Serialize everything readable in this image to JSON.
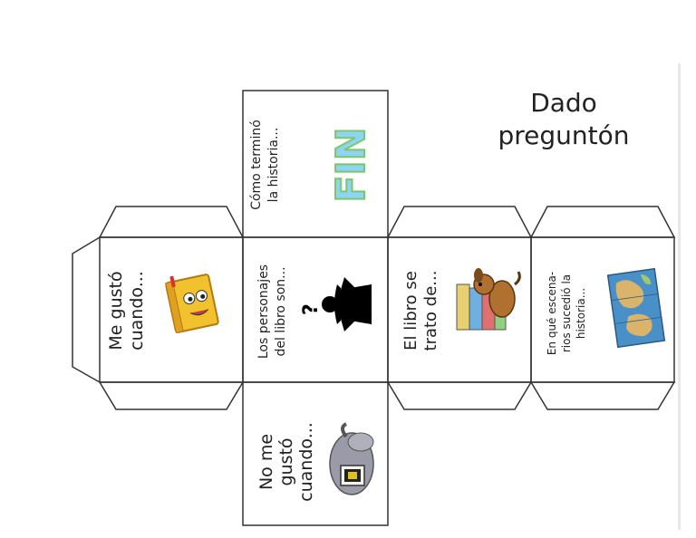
{
  "title": {
    "line1": "Dado",
    "line2": "preguntón"
  },
  "faces": {
    "top": {
      "line1": "Cómo terminó",
      "line2": "la historia...",
      "image_text": "FIN"
    },
    "left": {
      "line1": "Me gustó",
      "line2": "cuando..."
    },
    "center": {
      "line1": "Los personajes",
      "line2": "del libro son..."
    },
    "right1": {
      "line1": "El libro se",
      "line2": "trato de..."
    },
    "right2": {
      "line1": "En qué escena-",
      "line2": "rios sucedió la",
      "line3": "historia..."
    },
    "bottom": {
      "line1": "No me",
      "line2": "gustó",
      "line3": "cuando..."
    }
  },
  "colors": {
    "line": "#333333",
    "book_yellow": "#f2c12e",
    "fin_blue": "#6fa8e8",
    "fin_green": "#9be07a",
    "map_blue": "#4a90c8",
    "map_tan": "#d9b46a"
  },
  "icons": {
    "top": "fin-letters-icon",
    "left": "cartoon-book-icon",
    "center": "character-silhouette-icon",
    "right1": "dog-with-books-icon",
    "right2": "treasure-map-icon",
    "bottom": "reading-elephant-icon"
  }
}
